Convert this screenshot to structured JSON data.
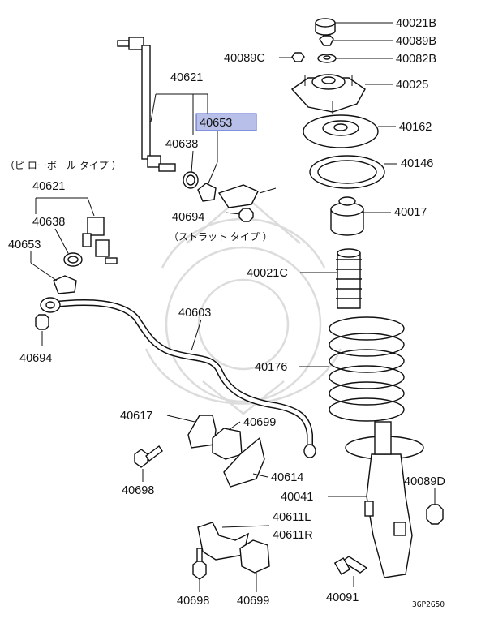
{
  "diagram": {
    "highlight_color": "#b8bfe8",
    "catalog_code": "3GP2G50",
    "notes": {
      "pillow_ball_type": "（ピ ローボ－ル タイプ ）",
      "strut_type": "（ストラット タイプ ）"
    },
    "labels": {
      "p40021B": "40021B",
      "p40089B": "40089B",
      "p40089C": "40089C",
      "p40082B": "40082B",
      "p40025": "40025",
      "p40162": "40162",
      "p40146": "40146",
      "p40017": "40017",
      "p40021C": "40021C",
      "p40176": "40176",
      "p40089D": "40089D",
      "p40041": "40041",
      "p40091": "40091",
      "p40621a": "40621",
      "p40653a": "40653",
      "p40638a": "40638",
      "p40694a": "40694",
      "p40621b": "40621",
      "p40638b": "40638",
      "p40653b": "40653",
      "p40694b": "40694",
      "p40603": "40603",
      "p40617": "40617",
      "p40699a": "40699",
      "p40614": "40614",
      "p40698a": "40698",
      "p40611L": "40611L",
      "p40611R": "40611R",
      "p40698b": "40698",
      "p40699b": "40699"
    }
  }
}
